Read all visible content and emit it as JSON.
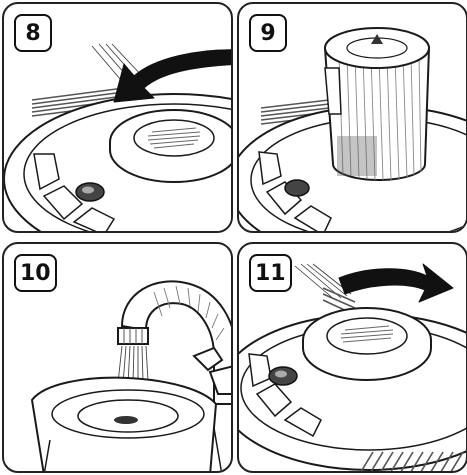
{
  "steps": [
    {
      "number": "8",
      "action": "rotate-counterclockwise"
    },
    {
      "number": "9",
      "action": "place-cartridge"
    },
    {
      "number": "10",
      "action": "rinse-under-tap"
    },
    {
      "number": "11",
      "action": "rotate-clockwise"
    }
  ],
  "colors": {
    "line": "#1a1a1a",
    "background": "#ffffff",
    "hatch": "#6a6a6a",
    "arrow": "#111111"
  },
  "icons": [
    "arrow-counterclockwise-icon",
    "arrow-clockwise-icon"
  ]
}
